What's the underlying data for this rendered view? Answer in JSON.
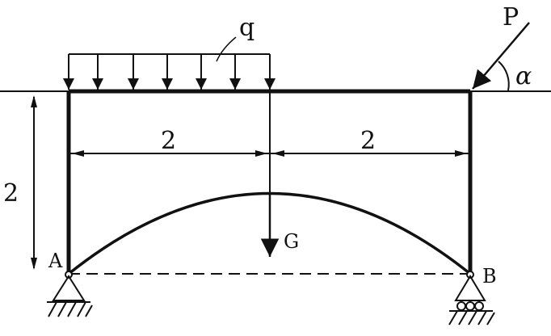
{
  "diagram": {
    "labels": {
      "load_q": "q",
      "force_p": "P",
      "angle": "α",
      "width_left": "2",
      "width_right": "2",
      "height": "2",
      "weight": "G",
      "support_a": "A",
      "support_b": "B"
    }
  }
}
